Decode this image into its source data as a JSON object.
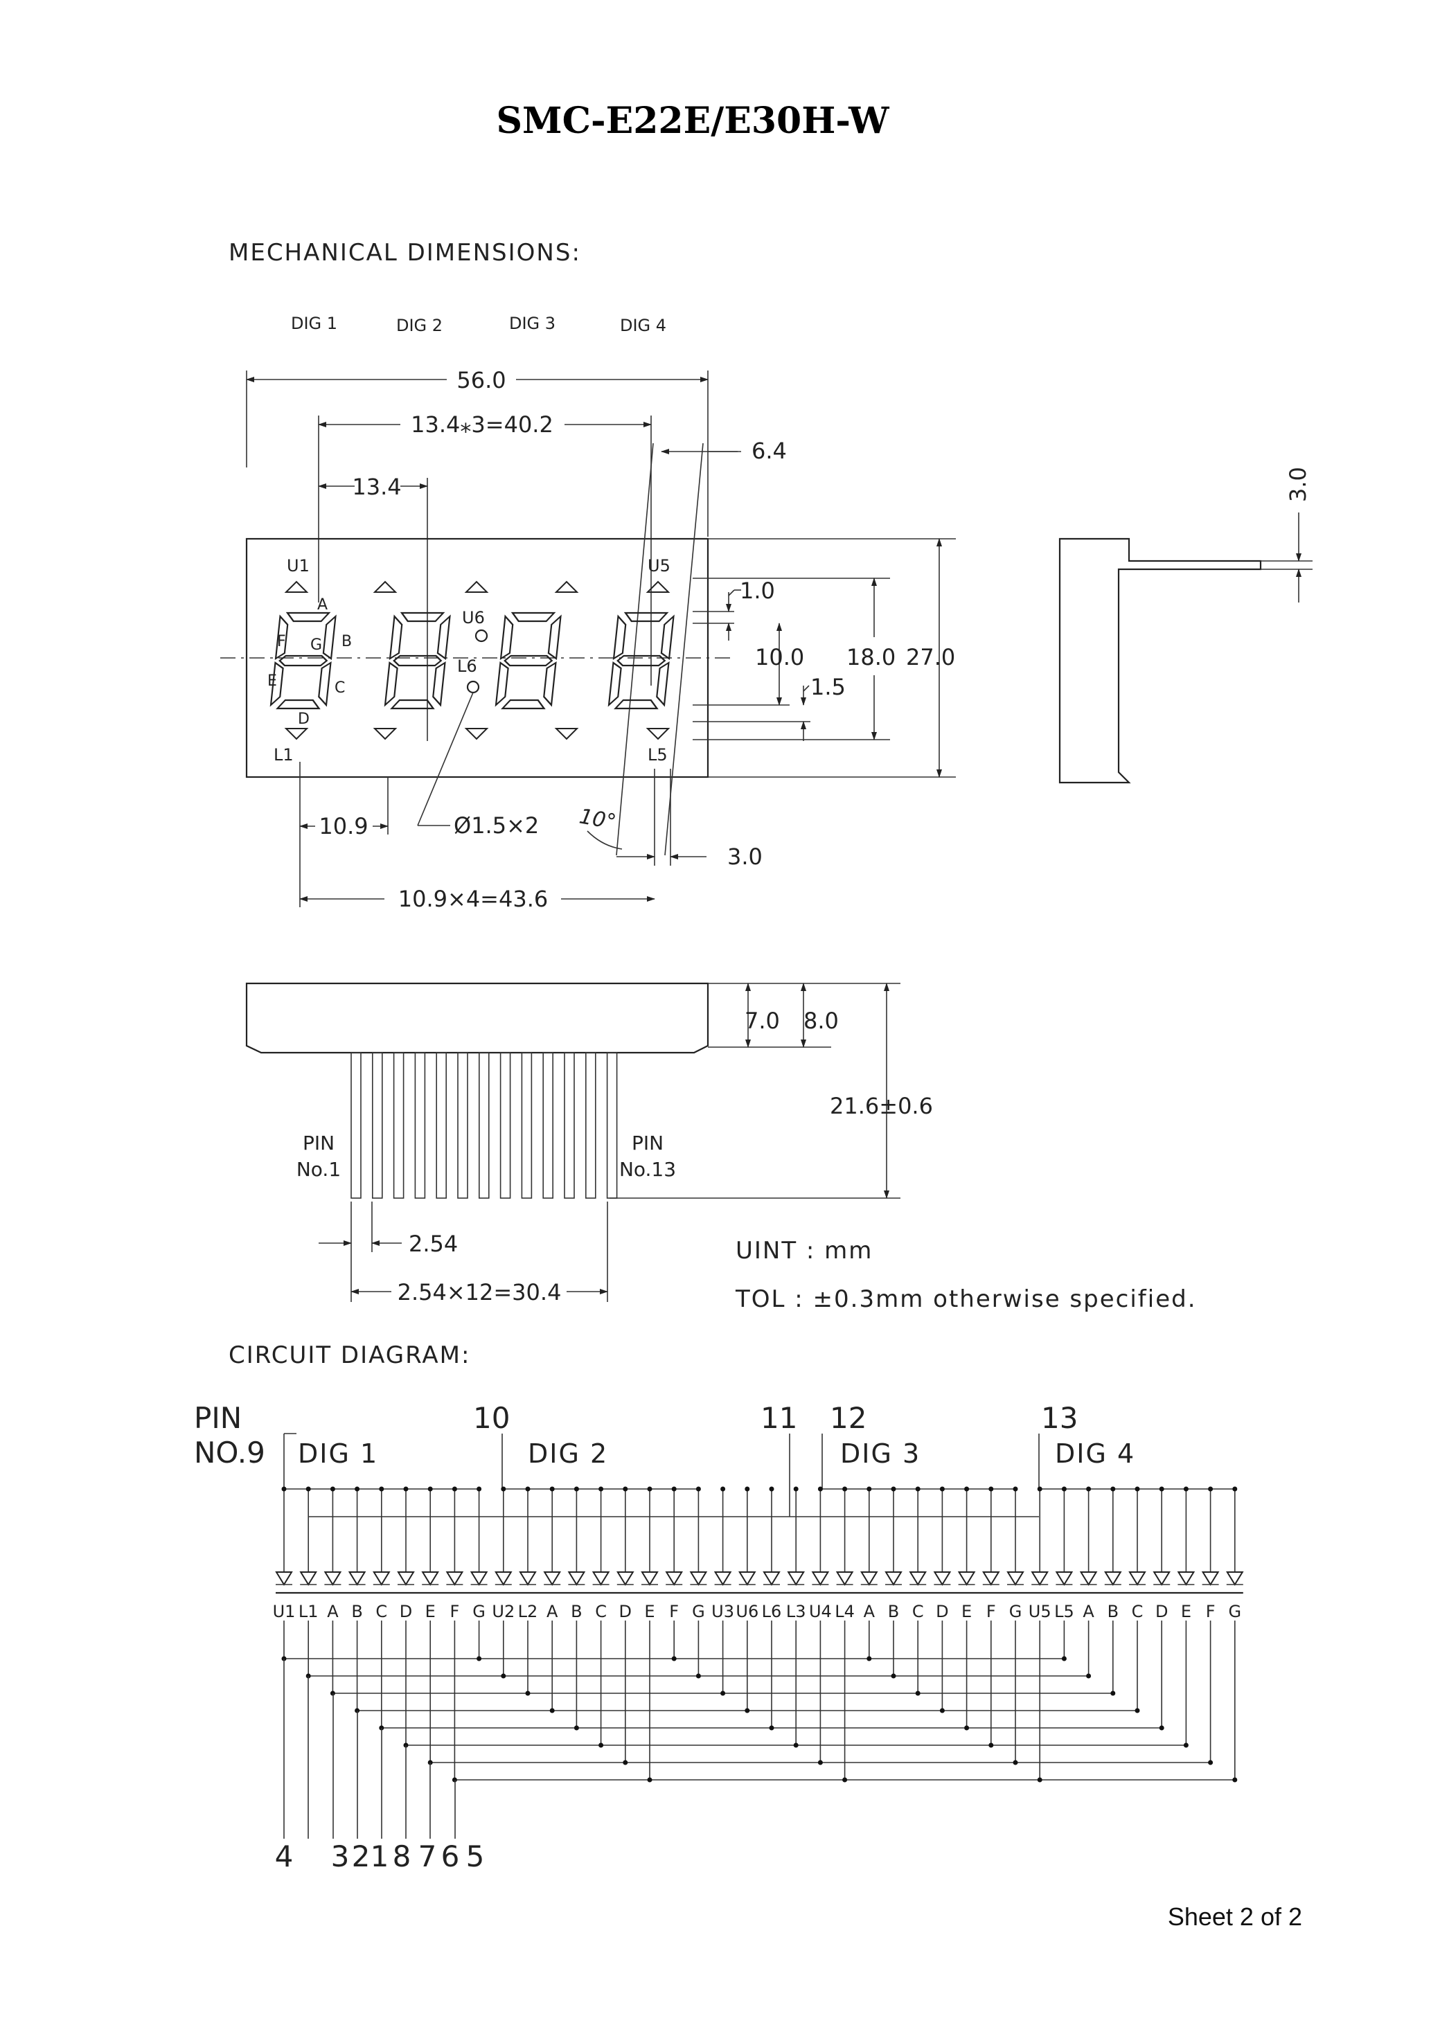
{
  "header": {
    "title": "SMC-E22E/E30H-W"
  },
  "sections": {
    "mechanical": "MECHANICAL DIMENSIONS:",
    "circuit": "CIRCUIT DIAGRAM:"
  },
  "front_view": {
    "digit_labels": [
      "DIG 1",
      "DIG 2",
      "DIG 3",
      "DIG 4"
    ],
    "segment_labels": {
      "a": "A",
      "b": "B",
      "c": "C",
      "d": "D",
      "e": "E",
      "f": "F",
      "g": "G"
    },
    "indicator_labels": {
      "u1": "U1",
      "l1": "L1",
      "u5": "U5",
      "l5": "L5",
      "u6": "U6",
      "l6": "L6"
    },
    "dimensions": {
      "overall_width": "56.0",
      "digit_span": "13.4⁎3=40.2",
      "digit_pitch": "13.4",
      "slant_offset": "6.4",
      "side_depth": "3.0",
      "top_margin": "1.0",
      "digit_height": "10.0",
      "body_inner": "18.0",
      "body_height": "27.0",
      "dp_offset": "1.5",
      "pin_gap": "10.9",
      "hole": "Ø1.5×2",
      "slant_angle": "10°",
      "indicator_width": "3.0",
      "pin_span": "10.9×4=43.6"
    }
  },
  "side_view": {
    "body_height": "7.0",
    "total_height": "8.0",
    "pin_length": "21.6±0.6",
    "pin1_label": "PIN",
    "pin1_num": "No.1",
    "pin13_label": "PIN",
    "pin13_num": "No.13",
    "pin_pitch": "2.54",
    "pin_total": "2.54×12=30.4",
    "unit": "UINT : mm",
    "tolerance": "TOL : ±0.3mm otherwise specified."
  },
  "circuit": {
    "pin_label": "PIN",
    "pin_no9": "NO.9",
    "pin_numbers": {
      "p10": "10",
      "p11": "11",
      "p12": "12",
      "p13": "13"
    },
    "digit_labels": [
      "DIG 1",
      "DIG 2",
      "DIG 3",
      "DIG 4"
    ],
    "diode_labels": [
      "U1",
      "L1",
      "A",
      "B",
      "C",
      "D",
      "E",
      "F",
      "G",
      "U2",
      "L2",
      "A",
      "B",
      "C",
      "D",
      "E",
      "F",
      "G",
      "U3",
      "U6",
      "L6",
      "L3",
      "U4",
      "L4",
      "A",
      "B",
      "C",
      "D",
      "E",
      "F",
      "G",
      "U5",
      "L5",
      "A",
      "B",
      "C",
      "D",
      "E",
      "F",
      "G"
    ],
    "bottom_pins": [
      "4",
      "3",
      "2",
      "1",
      "8",
      "7",
      "6",
      "5"
    ]
  },
  "footer": {
    "sheet": "Sheet 2 of 2"
  }
}
